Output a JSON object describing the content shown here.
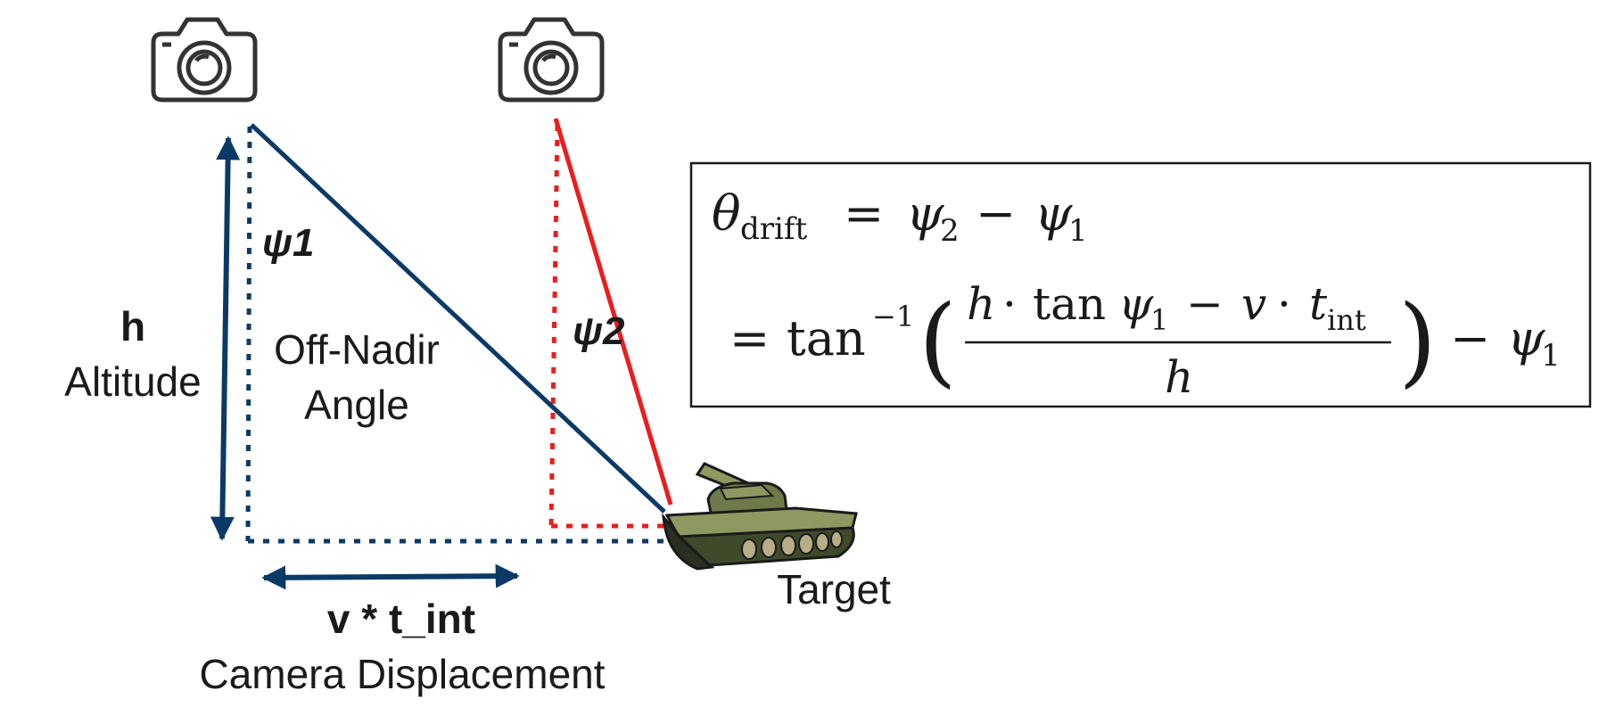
{
  "labels": {
    "psi1": "ψ1",
    "psi2": "ψ2",
    "h": "h",
    "altitude": "Altitude",
    "off_nadir_line1": "Off-Nadir",
    "off_nadir_line2": "Angle",
    "v_t_int": "v * t_int",
    "camera_displacement": "Camera Displacement",
    "target": "Target"
  },
  "formula": {
    "line1": {
      "theta": "θ",
      "theta_sub": "drift",
      "eq": "=",
      "psi2": "ψ",
      "psi2_sub": "2",
      "minus": "−",
      "psi1": "ψ",
      "psi1_sub": "1"
    },
    "line2": {
      "eq": "=",
      "tan": "tan",
      "inv": "−1",
      "paren_open": "(",
      "num_h": "h",
      "num_dot1": "·",
      "num_tan": "tan",
      "num_psi": "ψ",
      "num_psi_sub": "1",
      "num_minus": "−",
      "num_v": "v",
      "num_dot2": "·",
      "num_t": "t",
      "num_t_sub": "int",
      "den_h": "h",
      "paren_close": ")",
      "minus": "−",
      "psi": "ψ",
      "psi_sub": "1"
    }
  },
  "colors": {
    "navy": "#0b3a66",
    "red": "#ee1c1c",
    "text": "#1a1a1a",
    "icon": "#333333",
    "tank_body": "#6f7a4a",
    "tank_dark": "#3f4a2a",
    "tank_light": "#8d9960",
    "tank_wheel": "#b8ad88"
  },
  "icons": {
    "camera_left": "camera-icon",
    "camera_right": "camera-icon",
    "target": "tank-icon"
  }
}
